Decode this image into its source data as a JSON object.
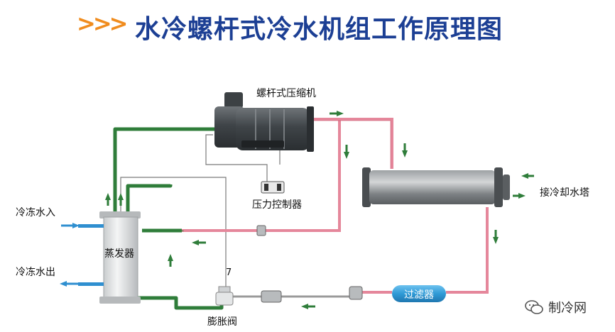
{
  "header": {
    "chevrons": ">>>",
    "title": "水冷螺杆式冷水机组工作原理图"
  },
  "labels": {
    "compressor": "螺杆式压缩机",
    "pressure_controller": "压力控制器",
    "cooling_tower": "接冷却水塔",
    "chilled_in": "冷冻水入",
    "chilled_out": "冷冻水出",
    "evaporator": "蒸发器",
    "filter": "过滤器",
    "expansion_valve": "膨胀阀",
    "valve_mark": "7"
  },
  "watermark": {
    "text": "制冷网",
    "icon": "wechat-icon"
  },
  "colors": {
    "title": "#1c3f94",
    "chevrons": "#f08c1e",
    "green_pipe": "#2f7d3a",
    "pink_pipe": "#e5879b",
    "blue_arrow": "#2f8fd0",
    "grey_line": "#7a7a7a"
  }
}
